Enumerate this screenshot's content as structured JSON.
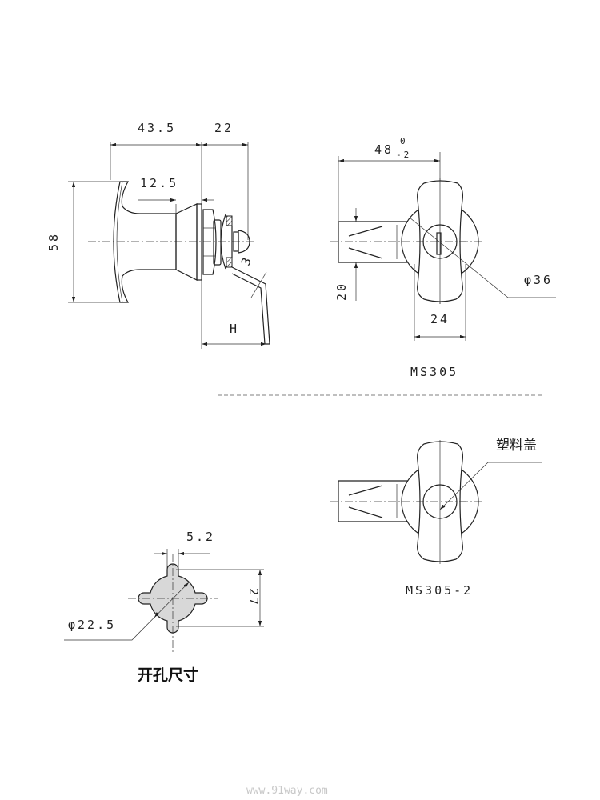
{
  "side_view": {
    "dim_width_handle": "43.5",
    "dim_width_cam": "22",
    "dim_collar": "12.5",
    "dim_height": "58",
    "dim_cam_thickness": "3",
    "dim_h": "H"
  },
  "front_view_ms305": {
    "dim_length": "48",
    "tol_upper": "0",
    "tol_lower": "-2",
    "dim_bar": "20",
    "dim_handle_width": "24",
    "dim_diameter": "φ36",
    "model": "MS305"
  },
  "front_view_ms305_2": {
    "callout": "塑料盖",
    "model": "MS305-2"
  },
  "cutout": {
    "dim_slot": "5.2",
    "dim_span": "27",
    "dim_diameter": "φ22.5",
    "title": "开孔尺寸",
    "fill_color": "#d8d8d8"
  },
  "watermark": "www.91way.com"
}
